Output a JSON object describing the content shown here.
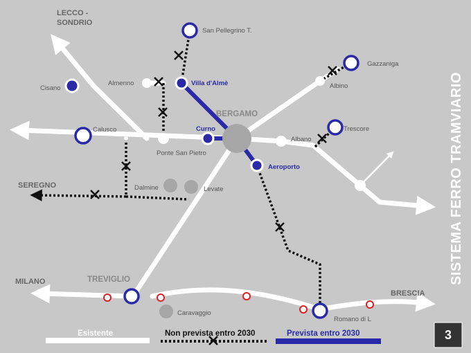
{
  "title": "SISTEMA FERRO TRAMVIARIO",
  "page_number": "3",
  "legend": {
    "existing": "Esistente",
    "not_planned": "Non prevista entro 2030",
    "planned": "Prevista entro 2030"
  },
  "directions": {
    "lecco": "LECCO -",
    "sondrio": "SONDRIO",
    "seregno": "SEREGNO",
    "milano": "MILANO",
    "brescia": "BRESCIA"
  },
  "cities": {
    "bergamo": "BERGAMO",
    "treviglio": "TREVIGLIO"
  },
  "stations": {
    "san_pellegrino": "San Pellegrino T.",
    "villa_dalme": "Villa d'Almè",
    "almenno": "Almenno",
    "cisano": "Cisano",
    "calusco": "Calusco",
    "ponte_san_pietro": "Ponte San Pietro",
    "curno": "Curno",
    "gazzaniga": "Gazzaniga",
    "albino": "Albino",
    "albano": "Albano",
    "trescore": "Trescore",
    "aeroporto": "Aeroporto",
    "dalmine": "Dalmine",
    "levate": "Levate",
    "caravaggio": "Caravaggio",
    "romano": "Romano di L"
  },
  "colors": {
    "background": "#c8c8c8",
    "existing_line": "#ffffff",
    "planned_line": "#2a2aa8",
    "not_planned_line": "#111111",
    "station_minor": "#e02020"
  }
}
